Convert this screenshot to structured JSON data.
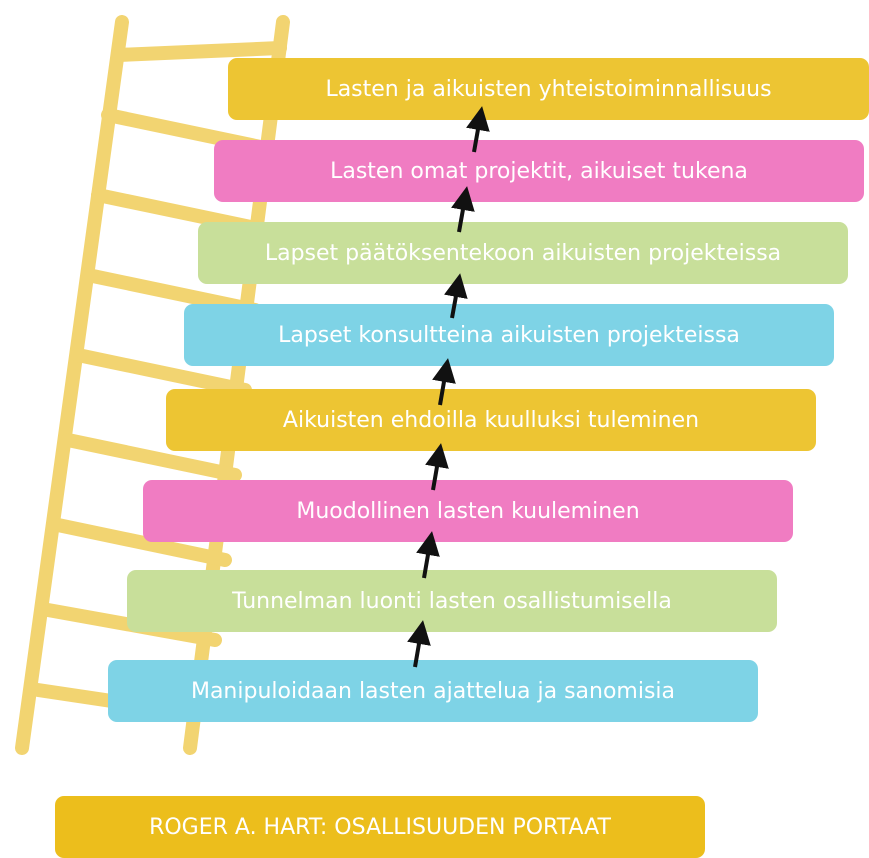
{
  "steps": [
    {
      "label": "Lasten ja aikuisten yhteistoiminnallisuus",
      "color": "#edc533"
    },
    {
      "label": "Lasten omat projektit, aikuiset tukena",
      "color": "#f07cc2"
    },
    {
      "label": "Lapset päätöksentekoon aikuisten projekteissa",
      "color": "#c8df9a"
    },
    {
      "label": "Lapset konsultteina aikuisten projekteissa",
      "color": "#7ed3e6"
    },
    {
      "label": "Aikuisten ehdoilla kuulluksi tuleminen",
      "color": "#edc533"
    },
    {
      "label": "Muodollinen lasten kuuleminen",
      "color": "#f07cc2"
    },
    {
      "label": "Tunnelman luonti lasten osallistumisella",
      "color": "#c8df9a"
    },
    {
      "label": "Manipuloidaan lasten ajattelua ja sanomisia",
      "color": "#7ed3e6"
    }
  ],
  "footer": {
    "label": "ROGER A. HART: OSALLISUUDEN PORTAAT"
  },
  "colors": {
    "ladder": "#f2d26a",
    "arrow": "#111111"
  }
}
